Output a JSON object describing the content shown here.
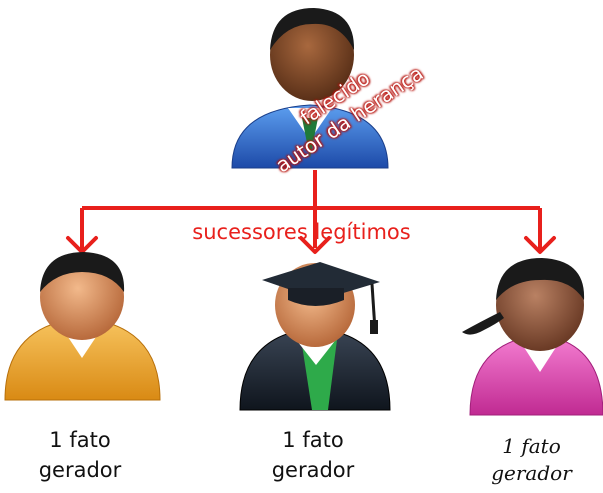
{
  "deceased": {
    "line1": "falecido",
    "line2": "autor da herança"
  },
  "successors_label": "sucessores legítimos",
  "heirs": [
    {
      "line1": "1 fato",
      "line2": "gerador"
    },
    {
      "line1": "1 fato",
      "line2": "gerador"
    },
    {
      "line1": "1 fato",
      "line2": "gerador"
    }
  ],
  "colors": {
    "arrows": "#e8201c",
    "deceased_shirt": "#2f6fd0",
    "heir_left_shirt": "#f0a830",
    "heir_middle_gown": "#1f2a38",
    "heir_right_shirt": "#e04ab5"
  },
  "icons": [
    "person-icon",
    "graduate-icon",
    "woman-icon"
  ]
}
